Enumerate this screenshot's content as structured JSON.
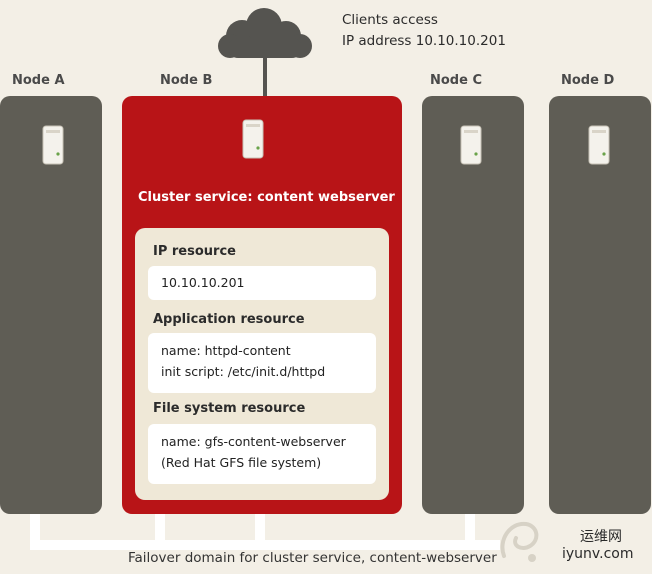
{
  "clients": {
    "line1": "Clients access",
    "line2": "IP address 10.10.10.201"
  },
  "nodes": {
    "a": "Node A",
    "b": "Node B",
    "c": "Node C",
    "d": "Node D"
  },
  "service": {
    "title": "Cluster service: content webserver"
  },
  "ip_resource": {
    "title": "IP resource",
    "value": "10.10.10.201"
  },
  "app_resource": {
    "title": "Application resource",
    "line1": "name:  httpd-content",
    "line2": "init script: /etc/init.d/httpd"
  },
  "fs_resource": {
    "title": "File system resource",
    "line1": "name: gfs-content-webserver",
    "line2": "(Red Hat GFS file system)"
  },
  "failover": {
    "label": "Failover domain for cluster service, content-webserver"
  },
  "watermark": {
    "line1": "运维网",
    "line2": "iyunv.com"
  },
  "colors": {
    "node_gray": "#5f5d55",
    "node_active_red": "#b81417",
    "background": "#f3efe6",
    "panel": "#efe8d7"
  }
}
